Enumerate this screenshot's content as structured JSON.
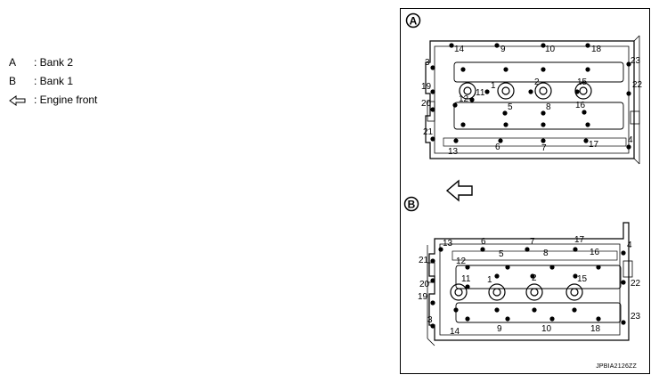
{
  "legend": [
    {
      "key": "A",
      "text": ": Bank 2"
    },
    {
      "key": "B",
      "text": ": Bank 1"
    },
    {
      "key": "",
      "icon": "hollow-arrow-left-icon",
      "text": ": Engine front"
    }
  ],
  "figure": {
    "panel_a_label": "A",
    "panel_b_label": "B",
    "code": "JPBIA2126ZZ",
    "bank2_numbers": [
      "14",
      "9",
      "10",
      "18",
      "3",
      "23",
      "19",
      "22",
      "1",
      "2",
      "11",
      "15",
      "12",
      "20",
      "5",
      "8",
      "16",
      "21",
      "4",
      "13",
      "6",
      "7",
      "17"
    ],
    "bank1_numbers": [
      "13",
      "6",
      "7",
      "17",
      "4",
      "21",
      "12",
      "5",
      "8",
      "16",
      "20",
      "11",
      "1",
      "2",
      "15",
      "22",
      "19",
      "3",
      "23",
      "14",
      "9",
      "10",
      "18"
    ]
  }
}
